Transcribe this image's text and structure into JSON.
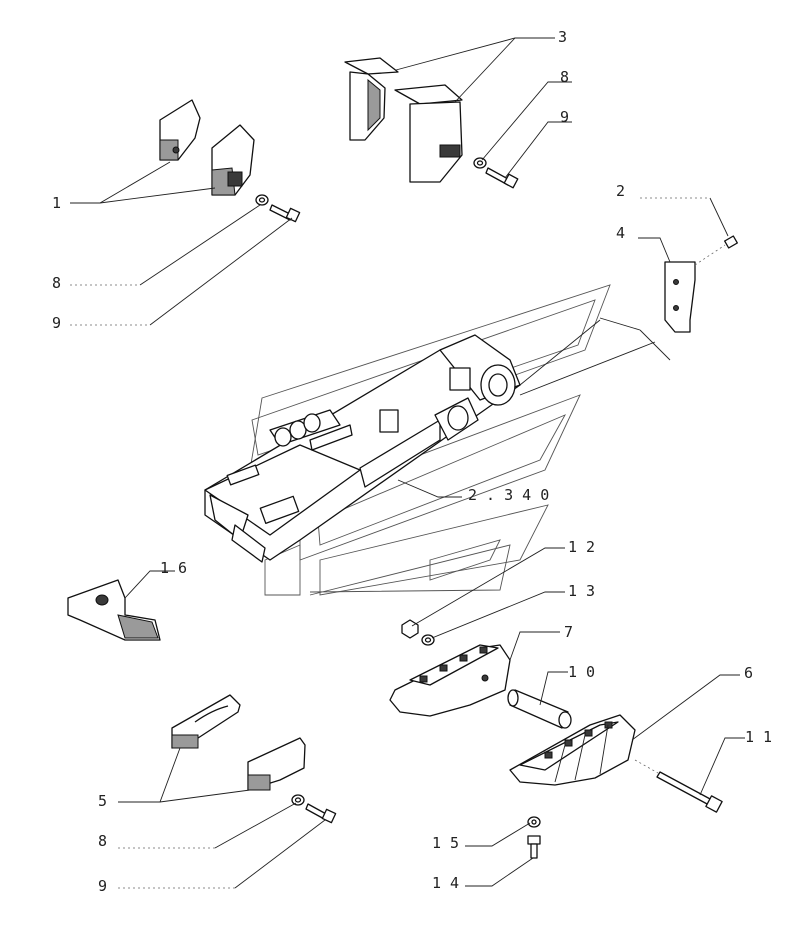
{
  "diagram": {
    "labels": {
      "l1": "1",
      "l2": "2",
      "l3": "3",
      "l4": "4",
      "l5": "5",
      "l6": "6",
      "l7": "7",
      "l8a": "8",
      "l8b": "8",
      "l8c": "8",
      "l9a": "9",
      "l9b": "9",
      "l9c": "9",
      "l10": "1 0",
      "l11": "1 1",
      "l12": "1 2",
      "l13": "1 3",
      "l14": "1 4",
      "l15": "1 5",
      "l16": "1 6",
      "lref": "2 . 3 4 0"
    }
  }
}
